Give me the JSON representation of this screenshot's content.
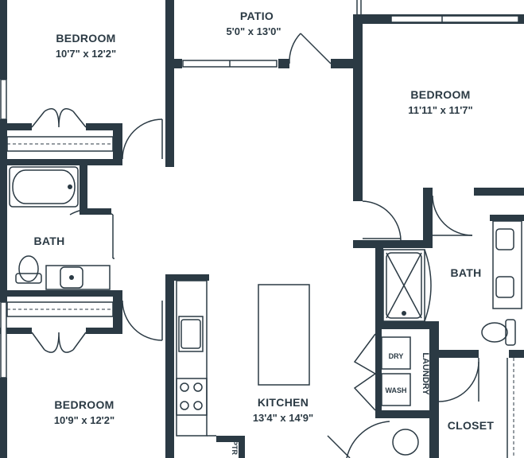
{
  "rooms": {
    "patio": {
      "name": "PATIO",
      "dims": "5'0\" x 13'0\""
    },
    "bedroom_top_left": {
      "name": "BEDROOM",
      "dims": "10'7\" x 12'2\""
    },
    "bedroom_right": {
      "name": "BEDROOM",
      "dims": "11'11\" x 11'7\""
    },
    "bath_left": {
      "name": "BATH"
    },
    "bath_right": {
      "name": "BATH"
    },
    "bedroom_bottom_left": {
      "name": "BEDROOM",
      "dims": "10'9\" x 12'2\""
    },
    "kitchen": {
      "name": "KITCHEN",
      "dims": "13'4\" x 14'9\""
    },
    "closet": {
      "name": "CLOSET"
    },
    "laundry": {
      "name": "LAUNDRY",
      "dry": "DRY",
      "wash": "WASH"
    },
    "pantry": {
      "name": "PTR"
    }
  },
  "colors": {
    "wall": "#2b3a44",
    "background": "#ffffff"
  }
}
